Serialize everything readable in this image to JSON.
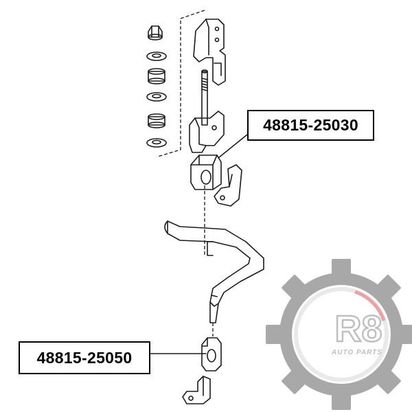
{
  "labels": {
    "top_part_number": "48815-25030",
    "bottom_part_number": "48815-25050"
  },
  "logo": {
    "brand_mark": "R8",
    "brand_tagline": "AUTO PARTS",
    "gear_color": "#8c8c8c",
    "accent_color": "#e02a2a"
  }
}
